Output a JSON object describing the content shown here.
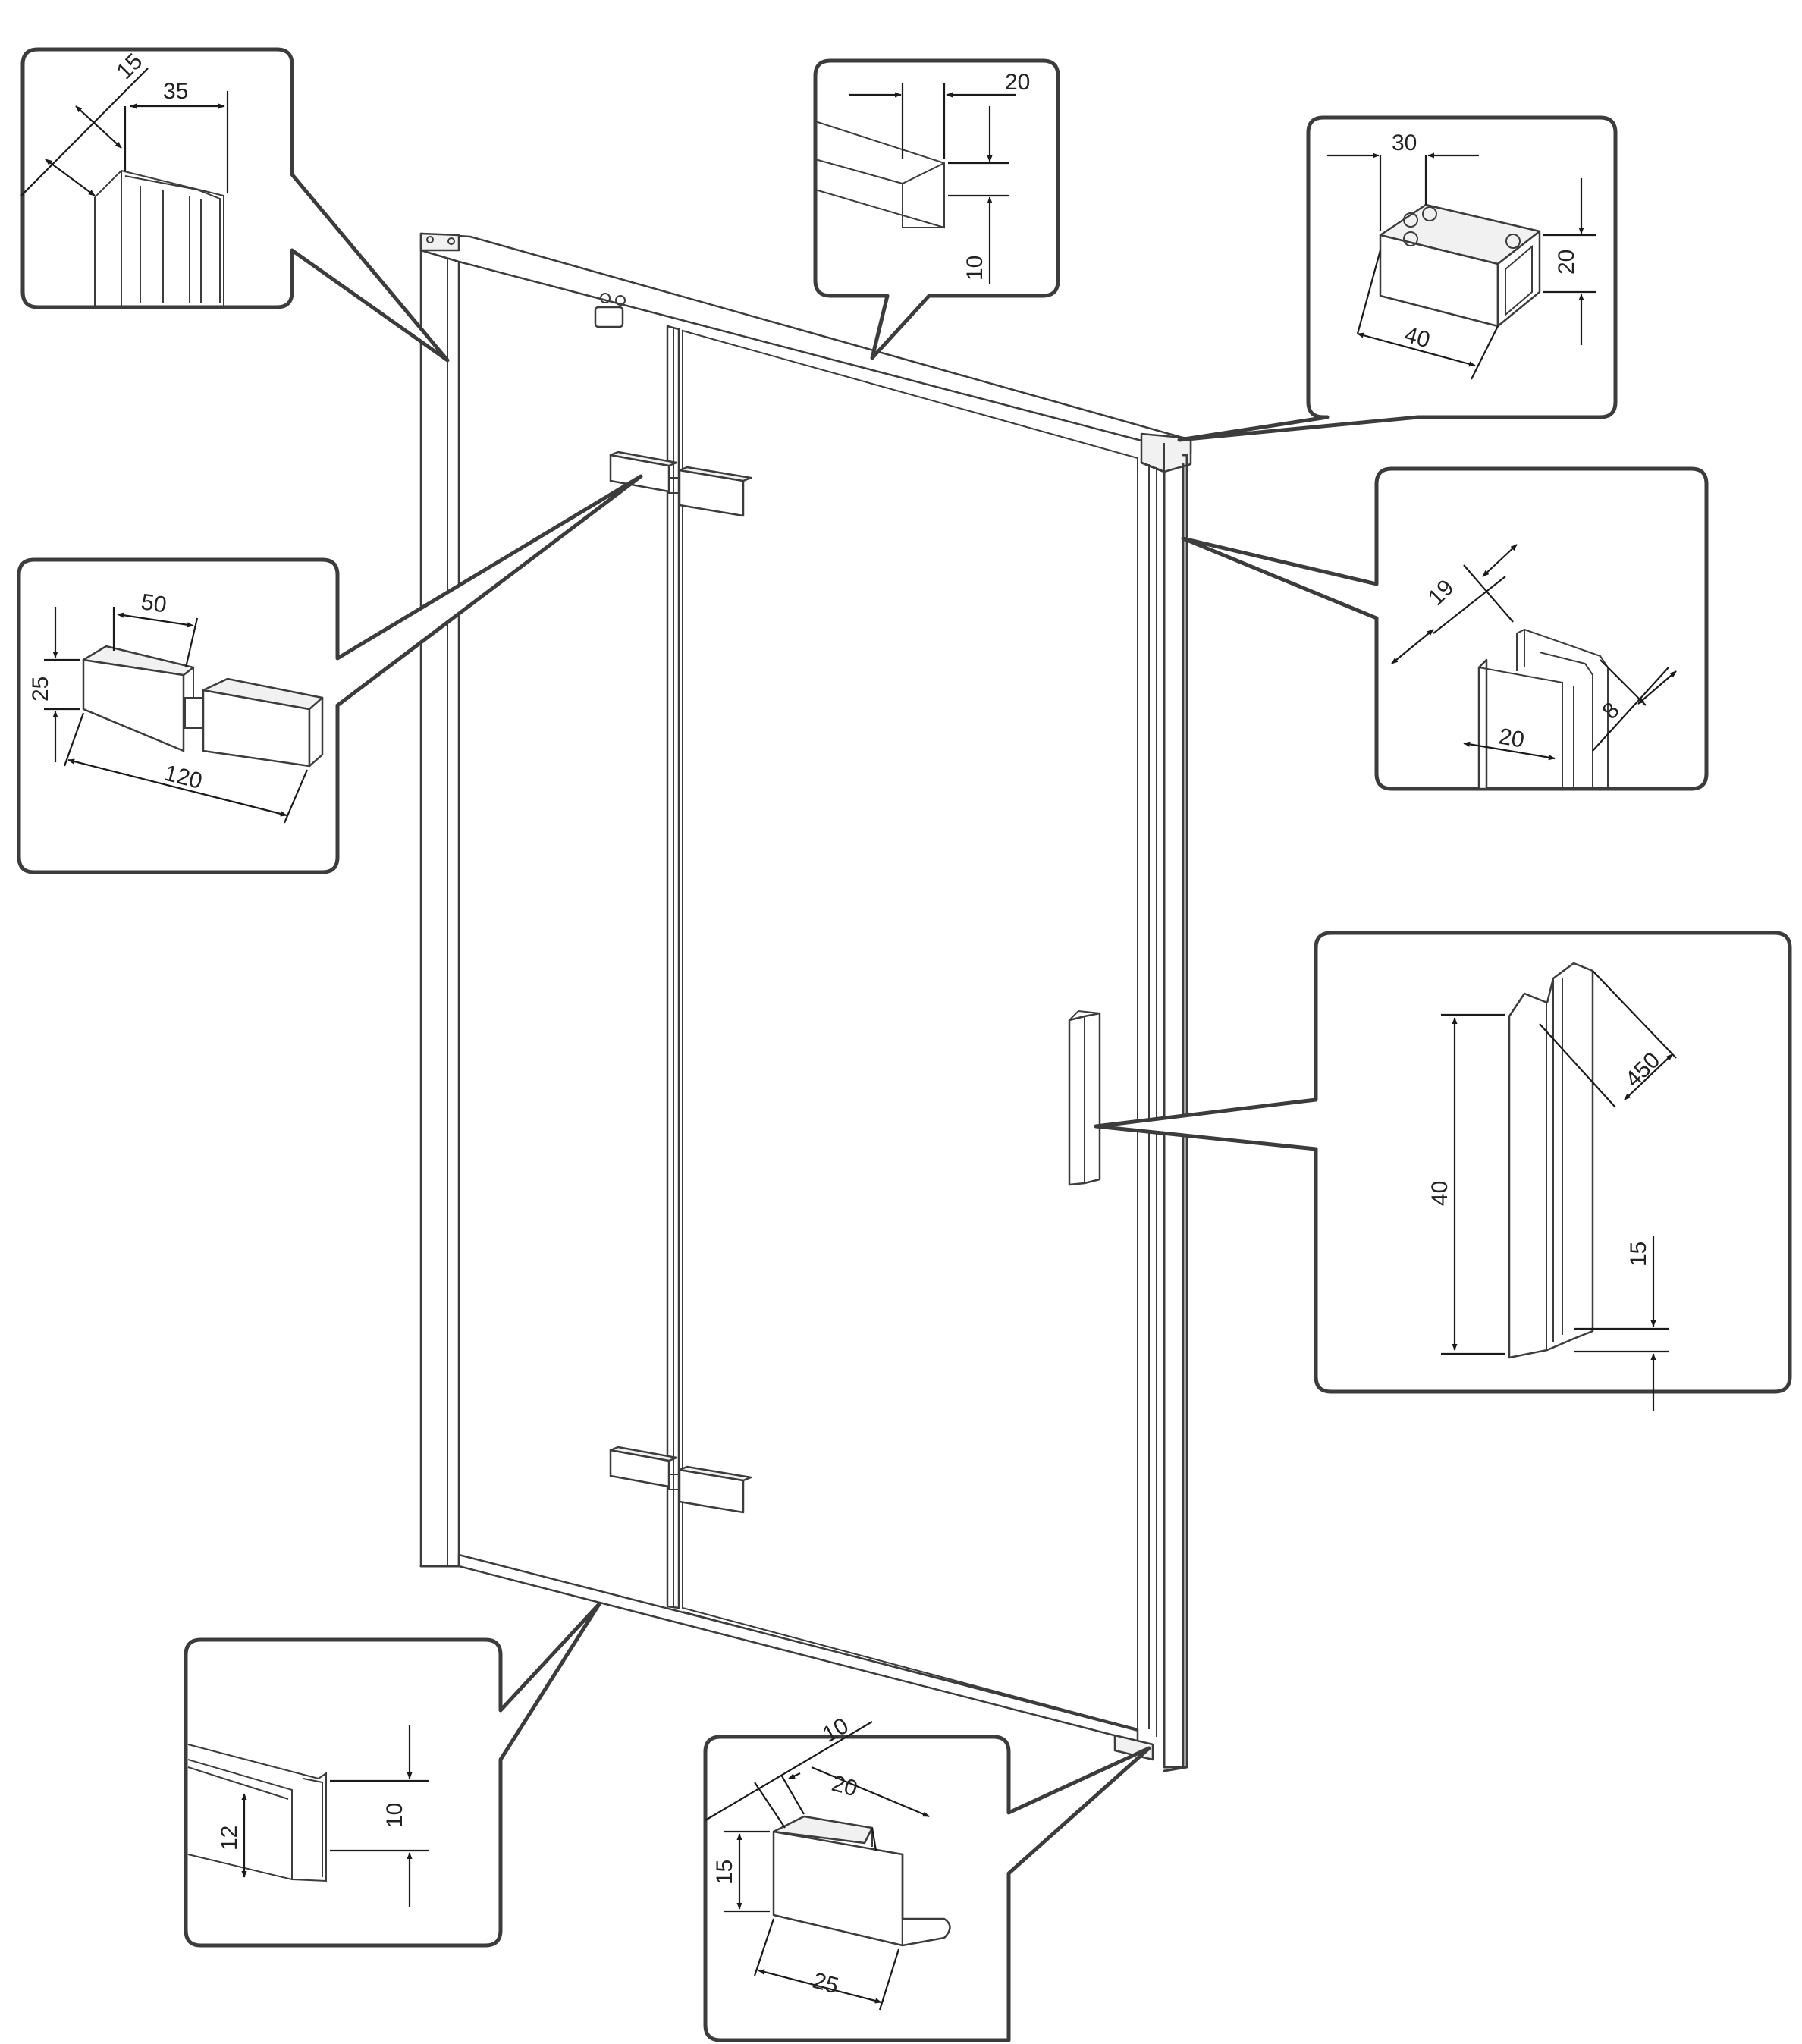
{
  "callouts": {
    "top_left_profile": {
      "dim_a": "15",
      "dim_b": "35"
    },
    "top_rail": {
      "dim_a": "20",
      "dim_b": "10"
    },
    "top_connector": {
      "dim_a": "30",
      "dim_b": "20",
      "dim_c": "40"
    },
    "hinge": {
      "dim_a": "50",
      "dim_b": "25",
      "dim_c": "120"
    },
    "wall_profile_right": {
      "dim_a": "19",
      "dim_b": "8",
      "dim_c": "20"
    },
    "handle": {
      "dim_a": "40",
      "dim_b": "450",
      "dim_c": "15"
    },
    "bottom_rail": {
      "dim_a": "12",
      "dim_b": "10"
    },
    "floor_guide": {
      "dim_a": "10",
      "dim_b": "20",
      "dim_c": "15",
      "dim_d": "25"
    }
  }
}
